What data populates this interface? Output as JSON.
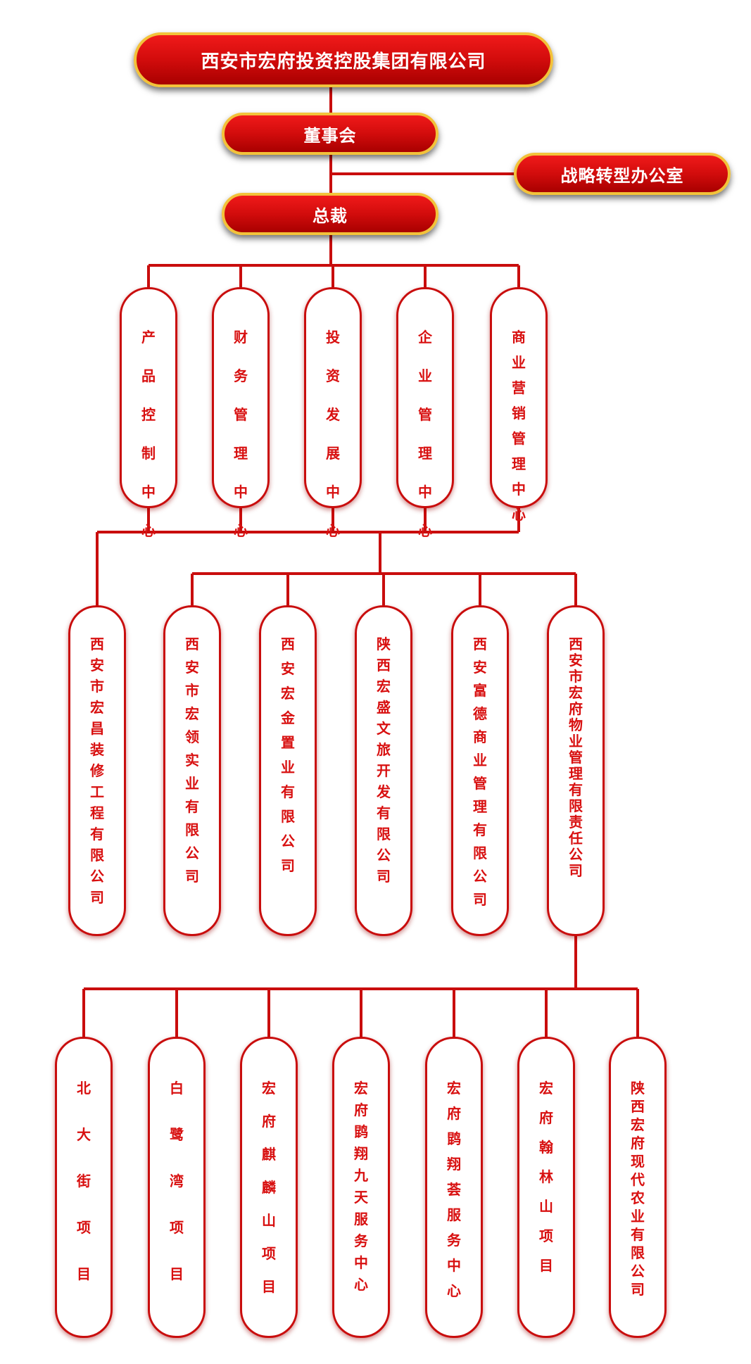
{
  "colors": {
    "line": "#c90d0d",
    "box_fill": "#d20c0c",
    "box_border": "#f2c23a",
    "text_red": "#d81010"
  },
  "top": {
    "group": "西安市宏府投资控股集团有限公司",
    "board": "董事会",
    "strategy_office": "战略转型办公室",
    "president": "总裁"
  },
  "centers": [
    "产品控制中心",
    "财务管理中心",
    "投资发展中心",
    "企业管理中心",
    "商业营销管理中心"
  ],
  "companies": [
    "西安市宏昌装修工程有限公司",
    "西安市宏领实业有限公司",
    "西安宏金置业有限公司",
    "陕西宏盛文旅开发有限公司",
    "西安富德商业管理有限公司",
    "西安市宏府物业管理有限责任公司"
  ],
  "projects": [
    "北大街项目",
    "白鹭湾项目",
    "宏府麒麟山项目",
    "宏府鹍翔九天服务中心",
    "宏府鹍翔荟服务中心",
    "宏府翰林山项目",
    "陕西宏府现代农业有限公司"
  ]
}
